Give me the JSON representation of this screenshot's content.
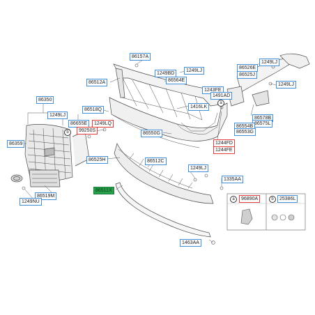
{
  "parts": [
    {
      "id": "p86157A",
      "label": "86157A",
      "variant": "normal"
    },
    {
      "id": "p1249BD",
      "label": "1249BD",
      "variant": "normal"
    },
    {
      "id": "p1249LJ_top",
      "label": "1249LJ",
      "variant": "normal"
    },
    {
      "id": "p86564E",
      "label": "86564E",
      "variant": "normal"
    },
    {
      "id": "p86512A",
      "label": "86512A",
      "variant": "normal"
    },
    {
      "id": "p86350",
      "label": "86350",
      "variant": "normal"
    },
    {
      "id": "p86518Q",
      "label": "86518Q",
      "variant": "normal"
    },
    {
      "id": "p1416LK",
      "label": "1416LK",
      "variant": "normal"
    },
    {
      "id": "p1249LJ_left",
      "label": "1249LJ",
      "variant": "normal"
    },
    {
      "id": "p86655E",
      "label": "86655E",
      "variant": "normal"
    },
    {
      "id": "p1249LQ",
      "label": "1249LQ",
      "variant": "red"
    },
    {
      "id": "p99250S",
      "label": "99250S",
      "variant": "red"
    },
    {
      "id": "p86359",
      "label": "86359",
      "variant": "normal"
    },
    {
      "id": "p86550G",
      "label": "86550G",
      "variant": "normal"
    },
    {
      "id": "p86525H",
      "label": "86525H",
      "variant": "normal"
    },
    {
      "id": "p86512C",
      "label": "86512C",
      "variant": "normal"
    },
    {
      "id": "p1249LJ_mid",
      "label": "1249LJ",
      "variant": "normal"
    },
    {
      "id": "p86519M",
      "label": "86519M",
      "variant": "normal"
    },
    {
      "id": "p1249NU",
      "label": "1249NU",
      "variant": "normal"
    },
    {
      "id": "p86511X",
      "label": "86511X",
      "variant": "highlight"
    },
    {
      "id": "p1335AA",
      "label": "1335AA",
      "variant": "normal"
    },
    {
      "id": "p1463AA",
      "label": "1463AA",
      "variant": "normal"
    },
    {
      "id": "p86526E",
      "label": "86526E",
      "variant": "normal"
    },
    {
      "id": "p86525J",
      "label": "86525J",
      "variant": "normal"
    },
    {
      "id": "p1249LJ_tr",
      "label": "1249LJ",
      "variant": "normal"
    },
    {
      "id": "p1249LJ_r",
      "label": "1249LJ",
      "variant": "normal"
    },
    {
      "id": "p1243FE",
      "label": "1243FE",
      "variant": "normal"
    },
    {
      "id": "p1491AD",
      "label": "1491AD",
      "variant": "normal"
    },
    {
      "id": "p86578B",
      "label": "86578B",
      "variant": "normal"
    },
    {
      "id": "p86575L",
      "label": "86575L",
      "variant": "normal"
    },
    {
      "id": "p86554B",
      "label": "86554B",
      "variant": "normal"
    },
    {
      "id": "p86553G",
      "label": "86553G",
      "variant": "normal"
    },
    {
      "id": "p1244FD",
      "label": "1244FD",
      "variant": "red"
    },
    {
      "id": "p1244FE",
      "label": "1244FE",
      "variant": "red"
    }
  ],
  "legend": {
    "a_marker": "a",
    "a_part": "96890A",
    "b_marker": "b",
    "b_part": "25386L"
  },
  "callouts": [
    {
      "id": "cA",
      "text": "a"
    },
    {
      "id": "cB",
      "text": "b"
    }
  ],
  "colors": {
    "label_border": "#3f8fd8",
    "label_border_red": "#e43a3a",
    "label_highlight": "#26a04a"
  }
}
